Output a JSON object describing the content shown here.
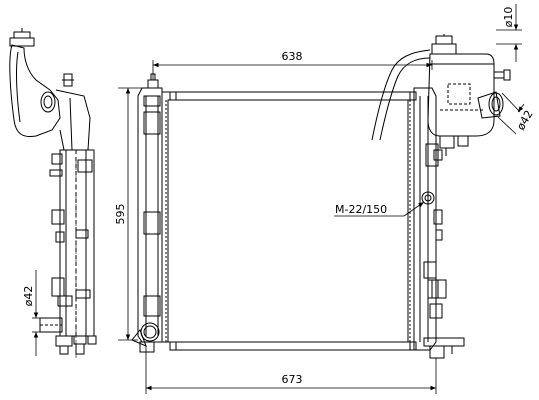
{
  "dimensions": {
    "top_width": "638",
    "bottom_width": "673",
    "height": "595",
    "cap_diameter": "ø10",
    "right_pipe_diameter": "ø42",
    "left_pipe_diameter": "ø42",
    "thread_label": "M-22/150"
  }
}
